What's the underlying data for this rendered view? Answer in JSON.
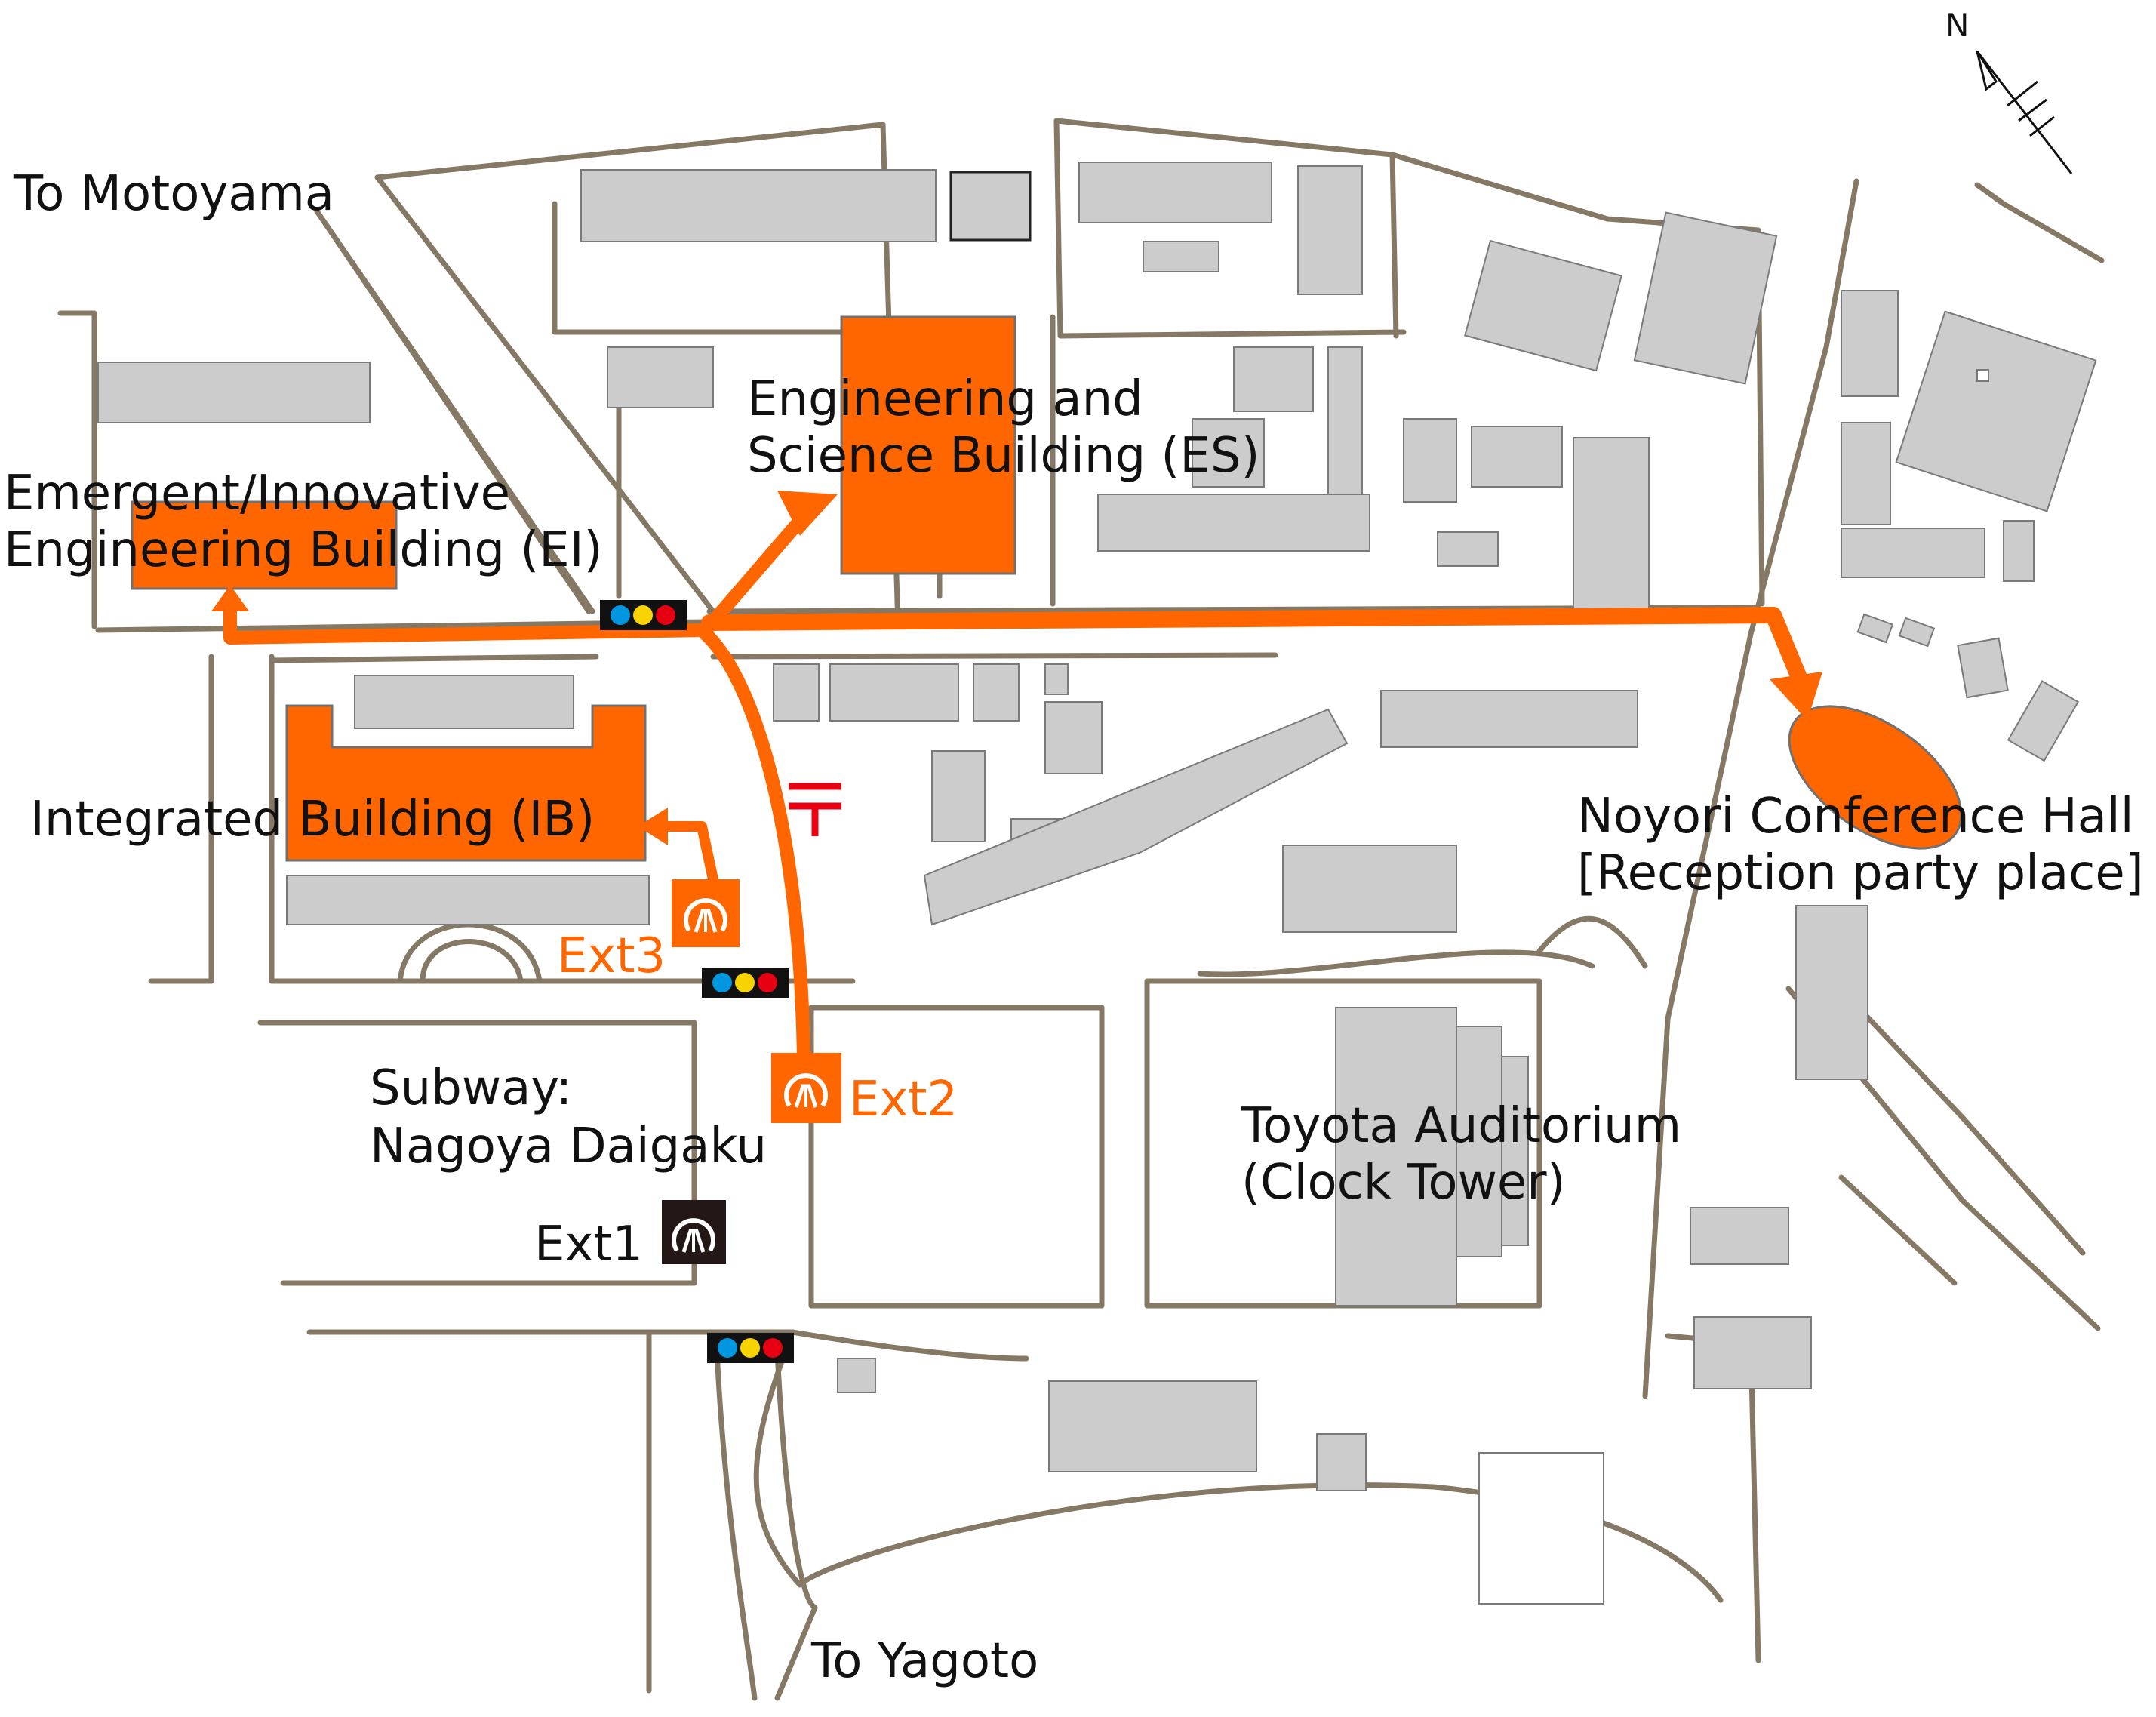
{
  "compass": {
    "label": "N"
  },
  "colors": {
    "route": "#ff6600",
    "road": "#857965",
    "building": "#cbcccb",
    "highlight_building": "#ff6600",
    "post_office": "#e60012",
    "subway_exit_dark": "#231815",
    "signal_blue": "#0097e0",
    "signal_yellow": "#f7d400",
    "signal_red": "#e60012"
  },
  "labels": {
    "to_motoyama": "To Motoyama",
    "to_yagoto": "To Yagoto",
    "ei_line1": "Emergent/Innovative",
    "ei_line2": "Engineering Building (EI)",
    "es_line1": "Engineering and",
    "es_line2": "Science Building (ES)",
    "ib": "Integrated Building (IB)",
    "noyori_line1": "Noyori Conference Hall",
    "noyori_line2": "[Reception party place]",
    "toyota_line1": "Toyota Auditorium",
    "toyota_line2": "(Clock Tower)",
    "subway_line1": "Subway:",
    "subway_line2": "Nagoya Daigaku"
  },
  "subway_exits": [
    {
      "label": "Ext1",
      "style": "dark"
    },
    {
      "label": "Ext2",
      "style": "orange"
    },
    {
      "label": "Ext3",
      "style": "orange"
    }
  ],
  "icons": {
    "post_office": "post-office-icon",
    "traffic_signal": "traffic-signal-icon",
    "subway_exit": "subway-exit-icon",
    "compass": "north-arrow-icon"
  }
}
